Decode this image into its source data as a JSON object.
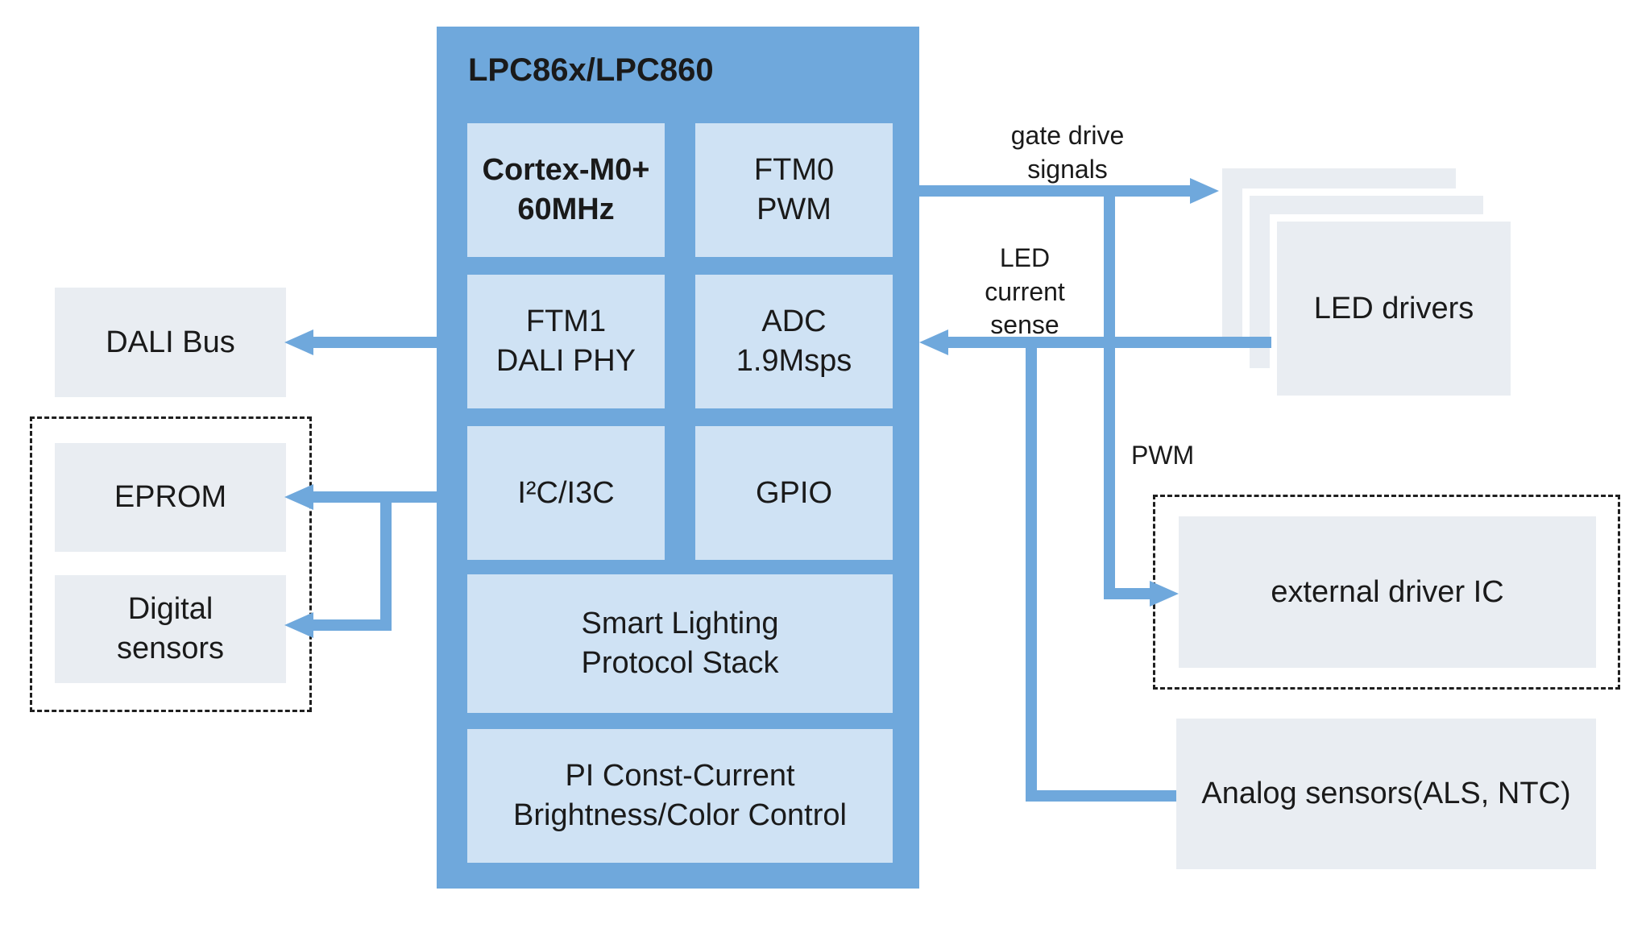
{
  "mcu": {
    "title": "LPC86x/LPC860",
    "blocks": {
      "cortex": "Cortex-M0+\n60MHz",
      "ftm0": "FTM0\nPWM",
      "ftm1": "FTM1\nDALI PHY",
      "adc": "ADC\n1.9Msps",
      "i2c": "I²C/I3C",
      "gpio": "GPIO",
      "protocol": "Smart Lighting\nProtocol Stack",
      "pi": "PI Const-Current\nBrightness/Color Control"
    }
  },
  "peripherals": {
    "dali_bus": "DALI Bus",
    "eprom": "EPROM",
    "digital_sensors": "Digital\nsensors",
    "led_drivers": "LED drivers",
    "external_driver": "external driver IC",
    "analog_sensors": "Analog sensors(ALS, NTC)"
  },
  "annotations": {
    "gate_drive": "gate drive\nsignals",
    "led_current_sense": "LED\ncurrent\nsense",
    "pwm": "PWM"
  },
  "colors": {
    "mcu_fill": "#6fa8dc",
    "inner_block_fill": "#cfe2f4",
    "peripheral_fill": "#e9edf2",
    "connector": "#6fa8dc",
    "text": "#1a1a1a"
  }
}
